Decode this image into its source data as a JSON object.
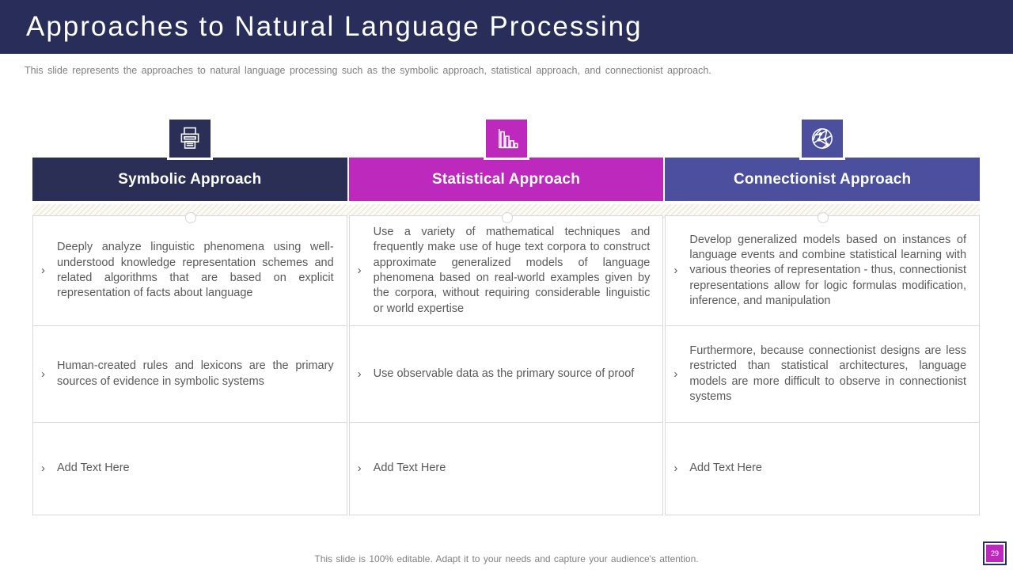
{
  "slide": {
    "title": "Approaches to Natural Language Processing",
    "subtitle": "This slide represents the approaches to natural language processing such as the symbolic approach, statistical approach, and connectionist approach.",
    "footer": "This slide is 100% editable. Adapt it to your needs and capture your audience's attention.",
    "page_number": "29"
  },
  "bullet_char": "›",
  "colors": {
    "navy": "#2b2e55",
    "magenta": "#bd28bd",
    "purple": "#4b4f9e",
    "body_text": "#595959",
    "muted_text": "#7f7f7f"
  },
  "columns": [
    {
      "icon": "printer-icon",
      "title": "Symbolic Approach",
      "bullets": [
        "Deeply analyze linguistic phenomena using well-understood knowledge representation schemes and related algorithms that are based on explicit representation of facts about language",
        "Human-created rules and lexicons are the primary sources of evidence in symbolic systems",
        "Add Text Here"
      ]
    },
    {
      "icon": "bar-chart-icon",
      "title": "Statistical Approach",
      "bullets": [
        "Use a variety of mathematical techniques and frequently make use of huge text corpora to construct approximate generalized models of language phenomena based on real-world examples given by the corpora, without requiring considerable linguistic or world expertise",
        "Use observable data as the primary source of proof",
        "Add Text Here"
      ]
    },
    {
      "icon": "network-globe-icon",
      "title": "Connectionist Approach",
      "bullets": [
        "Develop generalized models based on instances of language events and combine statistical learning with various theories of representation - thus, connectionist representations allow for logic formulas modification, inference, and manipulation",
        "Furthermore, because connectionist designs are less restricted than statistical architectures, language models are more difficult to observe in connectionist systems",
        "Add Text Here"
      ]
    }
  ]
}
